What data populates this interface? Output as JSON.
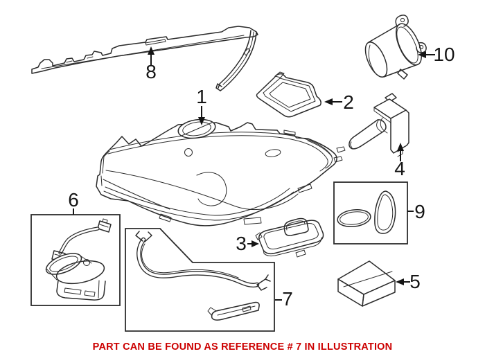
{
  "diagram": {
    "type": "exploded-parts-illustration",
    "subject": "headlight-assembly-parts-diagram",
    "caption": "PART CAN BE FOUND AS REFERENCE # 7 IN ILLUSTRATION",
    "colors": {
      "background": "#ffffff",
      "line": "#2b2b2b",
      "label": "#151515",
      "caption": "#cc0000"
    },
    "callouts": [
      {
        "label": "1",
        "part": "headlight-assembly",
        "pointer": "arrow-down"
      },
      {
        "label": "2",
        "part": "control-unit-module",
        "pointer": "arrow-left"
      },
      {
        "label": "3",
        "part": "driver-module",
        "pointer": "arrow-right"
      },
      {
        "label": "4",
        "part": "xenon-bulb-with-igniter",
        "pointer": "arrow-up"
      },
      {
        "label": "5",
        "part": "repair-kit-box",
        "pointer": "arrow-left"
      },
      {
        "label": "6",
        "part": "bulb-holder-with-cable",
        "pointer": "line"
      },
      {
        "label": "7",
        "part": "mounting-bracket-set",
        "pointer": "line"
      },
      {
        "label": "8",
        "part": "headlight-trim-strip",
        "pointer": "arrow-up"
      },
      {
        "label": "9",
        "part": "gasket-seal-set",
        "pointer": "line"
      },
      {
        "label": "10",
        "part": "adjusting-motor",
        "pointer": "arrow-left"
      }
    ]
  }
}
